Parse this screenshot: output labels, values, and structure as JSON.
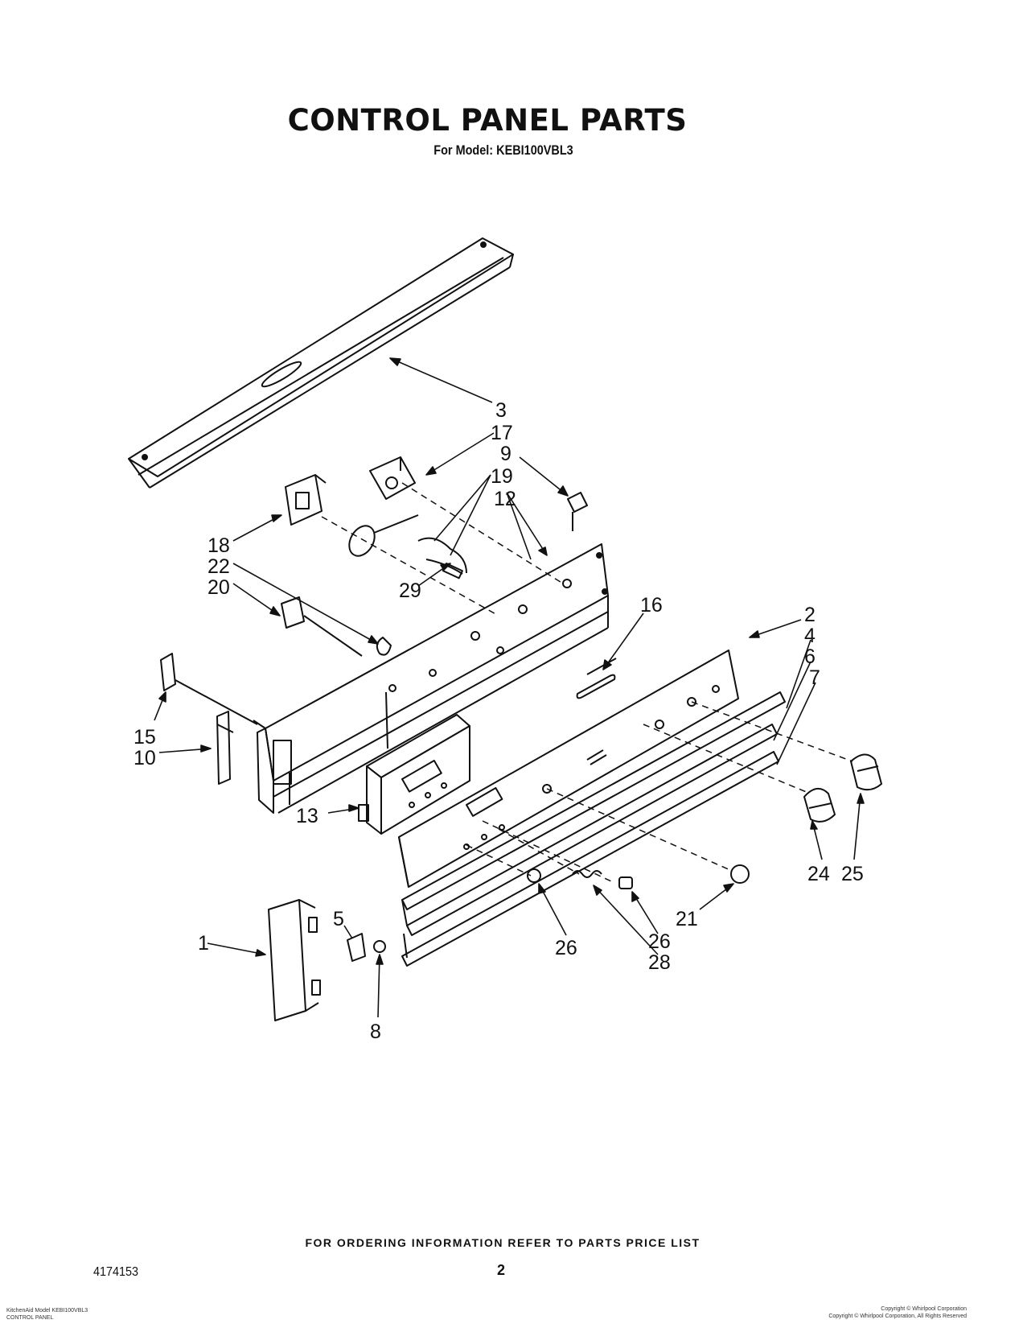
{
  "header": {
    "title": "CONTROL PANEL PARTS",
    "subtitle": "For Model: KEBI100VBL3"
  },
  "callouts": [
    {
      "label": "3"
    },
    {
      "label": "17"
    },
    {
      "label": "9"
    },
    {
      "label": "19"
    },
    {
      "label": "12"
    },
    {
      "label": "18"
    },
    {
      "label": "22"
    },
    {
      "label": "20"
    },
    {
      "label": "29"
    },
    {
      "label": "16"
    },
    {
      "label": "2"
    },
    {
      "label": "4"
    },
    {
      "label": "6"
    },
    {
      "label": "7"
    },
    {
      "label": "15"
    },
    {
      "label": "10"
    },
    {
      "label": "13"
    },
    {
      "label": "24"
    },
    {
      "label": "25"
    },
    {
      "label": "21"
    },
    {
      "label": "26"
    },
    {
      "label": "26"
    },
    {
      "label": "28"
    },
    {
      "label": "1"
    },
    {
      "label": "5"
    },
    {
      "label": "8"
    }
  ],
  "footer": {
    "note": "FOR ORDERING INFORMATION REFER TO PARTS PRICE LIST",
    "doc_number": "4174153",
    "page": "2",
    "bottom_left_line1": "KitchenAid Model KEBI100VBL3",
    "bottom_left_line2": "CONTROL PANEL",
    "bottom_right_line1": "Copyright © Whirlpool Corporation",
    "bottom_right_line2": "Copyright © Whirlpool Corporation, All Rights Reserved"
  }
}
